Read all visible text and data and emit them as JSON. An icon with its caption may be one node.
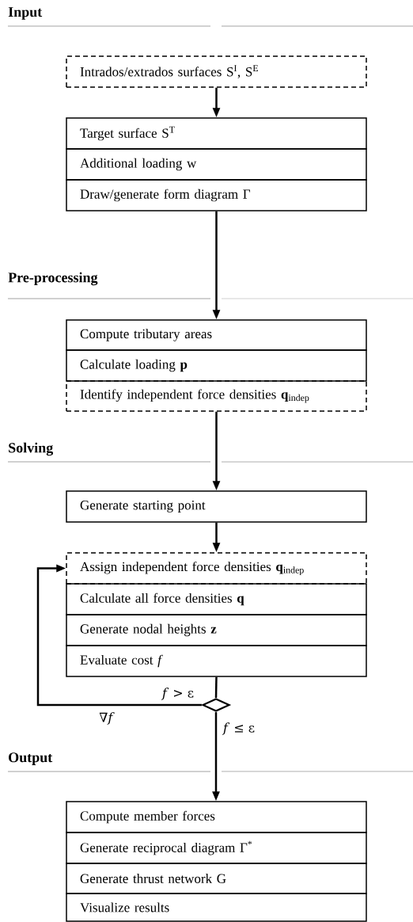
{
  "diagram": {
    "nodes": [
      {
        "text": [
          "Intrados/extrados surfaces S$^{I}$, S$^{E}$"
        ]
      },
      {
        "text": [
          "Target surface S$^{T}$"
        ]
      },
      {
        "text": [
          "Additional loading w"
        ]
      },
      {
        "text": [
          "Draw/generate form diagram Γ"
        ]
      },
      {
        "text": [
          "Compute tributary areas"
        ]
      },
      {
        "text": [
          "Calculate loading **p**"
        ]
      },
      {
        "text": [
          "Identify independent force densities **q**$_{indep}$"
        ]
      },
      {
        "text": [
          "Generate starting point"
        ]
      },
      {
        "text": [
          "Assign independent force densities **q**$_{indep}$"
        ]
      },
      {
        "text": [
          "Calculate all force densities **q**"
        ]
      },
      {
        "text": [
          "Generate nodal heights **z**"
        ]
      },
      {
        "text": [
          "Evaluate cost *f*"
        ]
      },
      {
        "text": [],
        "shape": "diamond"
      },
      {
        "text": [
          "Compute member forces"
        ]
      },
      {
        "text": [
          "Generate reciprocal diagram Γ$^{*}$"
        ]
      },
      {
        "text": [
          "Generate thrust network G"
        ]
      },
      {
        "text": [
          "Visualize results"
        ]
      }
    ],
    "edges": [
      {
        "from": 0,
        "to": 1,
        "arrow": "to"
      },
      {
        "from": 3,
        "to": 4,
        "arrow": "to"
      },
      {
        "from": 6,
        "to": 7,
        "arrow": "to"
      },
      {
        "from": 7,
        "to": 8,
        "arrow": "to"
      },
      {
        "from": 11,
        "to": 12,
        "arrow": "none"
      },
      {
        "from": 12,
        "to": 8,
        "arrow": "to",
        "label": "*f* > ε"
      },
      {
        "from": 12,
        "to": 13,
        "arrow": "to",
        "label": "*f* ≤ ε"
      }
    ],
    "labels": [
      "Input",
      "Pre-processing",
      "Solving",
      "Output",
      "∇*f*"
    ]
  }
}
